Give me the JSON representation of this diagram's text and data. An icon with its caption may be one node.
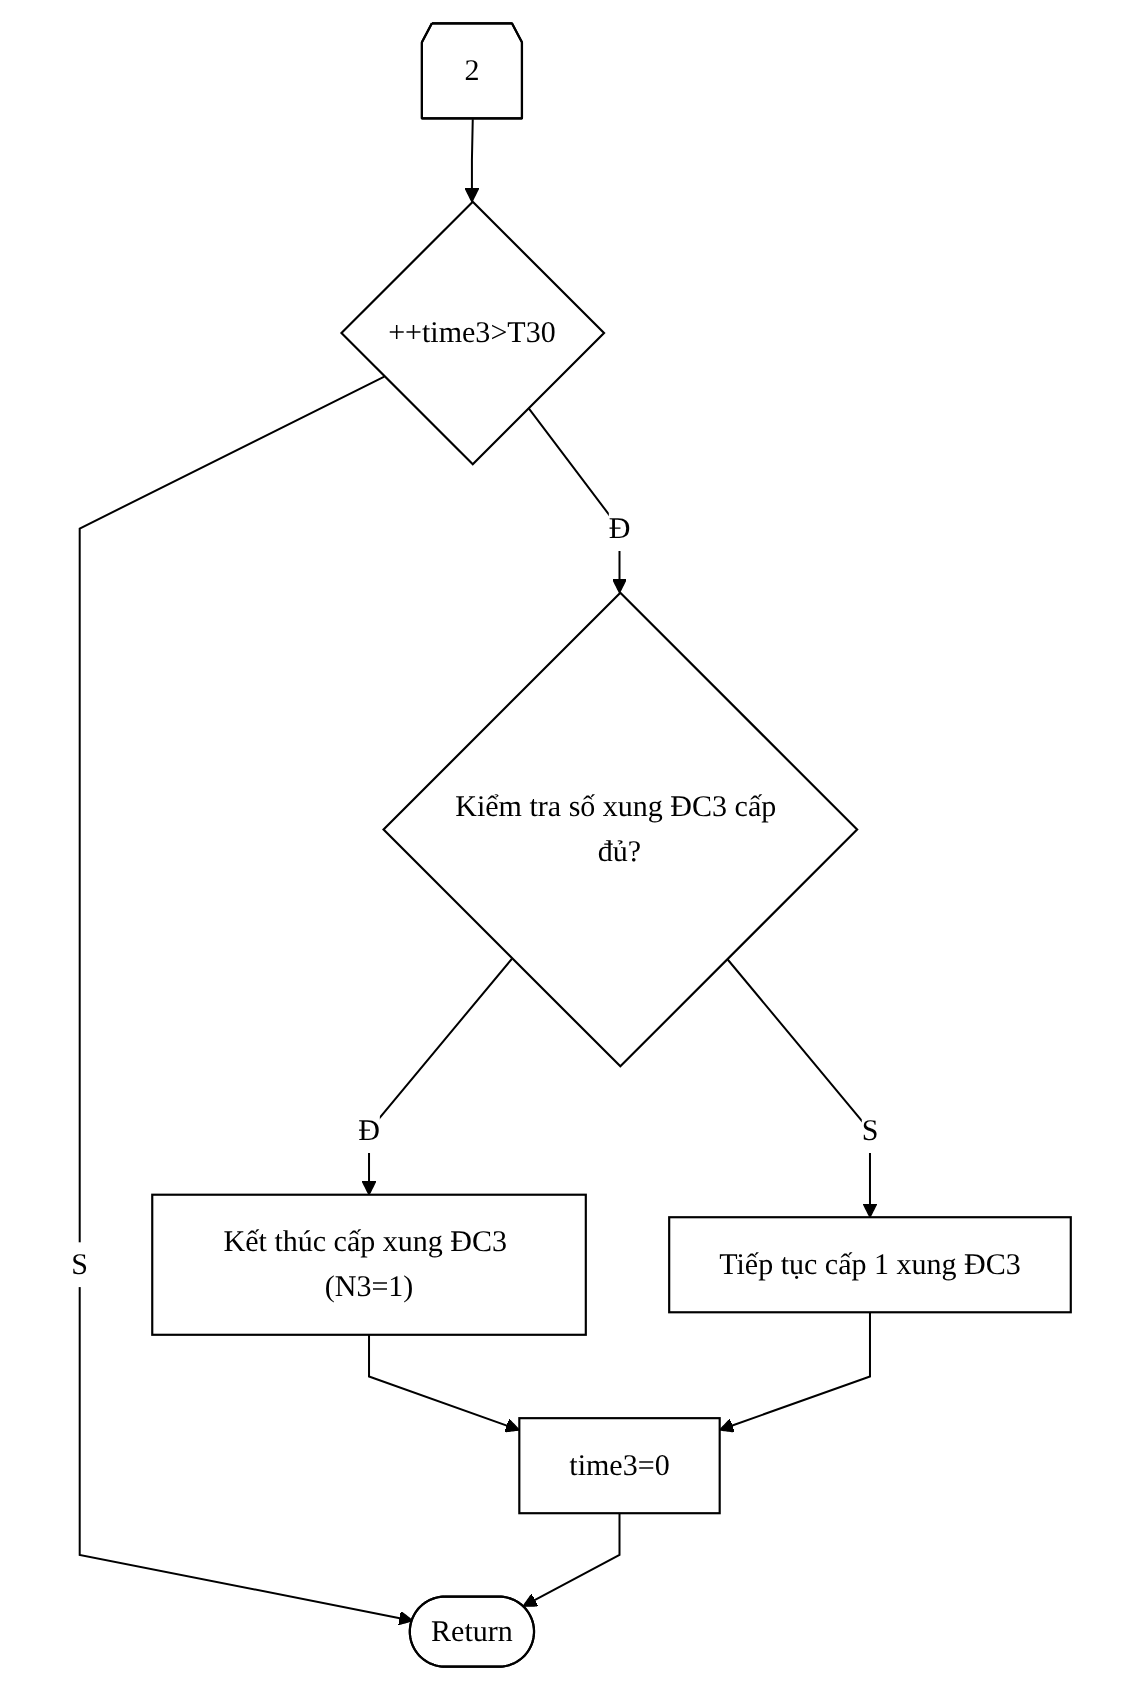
{
  "diagram": {
    "nodes": [
      {
        "text": [
          "2"
        ]
      },
      {
        "text": [
          "++time3>T30"
        ]
      },
      {
        "text": [
          "Kiểm tra số xung ĐC3 cấp đủ?"
        ]
      },
      {
        "text": [
          "Kết thúc cấp xung ĐC3 (N3=1)"
        ]
      },
      {
        "text": [
          "Tiếp tục cấp 1 xung ĐC3"
        ]
      },
      {
        "text": [
          "time3=0"
        ]
      },
      {
        "text": [
          "Return"
        ]
      }
    ],
    "edges": [
      {
        "from": 0,
        "to": 1,
        "arrow": "to"
      },
      {
        "from": 1,
        "to": 2,
        "arrow": "to",
        "label": "Đ"
      },
      {
        "from": 2,
        "to": 3,
        "arrow": "to",
        "label": "Đ"
      },
      {
        "from": 2,
        "to": 4,
        "arrow": "to",
        "label": "S"
      },
      {
        "from": 3,
        "to": 5,
        "arrow": "to"
      },
      {
        "from": 4,
        "to": 5,
        "arrow": "to"
      },
      {
        "from": 1,
        "to": 6,
        "arrow": "to",
        "label": "S"
      },
      {
        "from": 5,
        "to": 6,
        "arrow": "to"
      }
    ]
  }
}
